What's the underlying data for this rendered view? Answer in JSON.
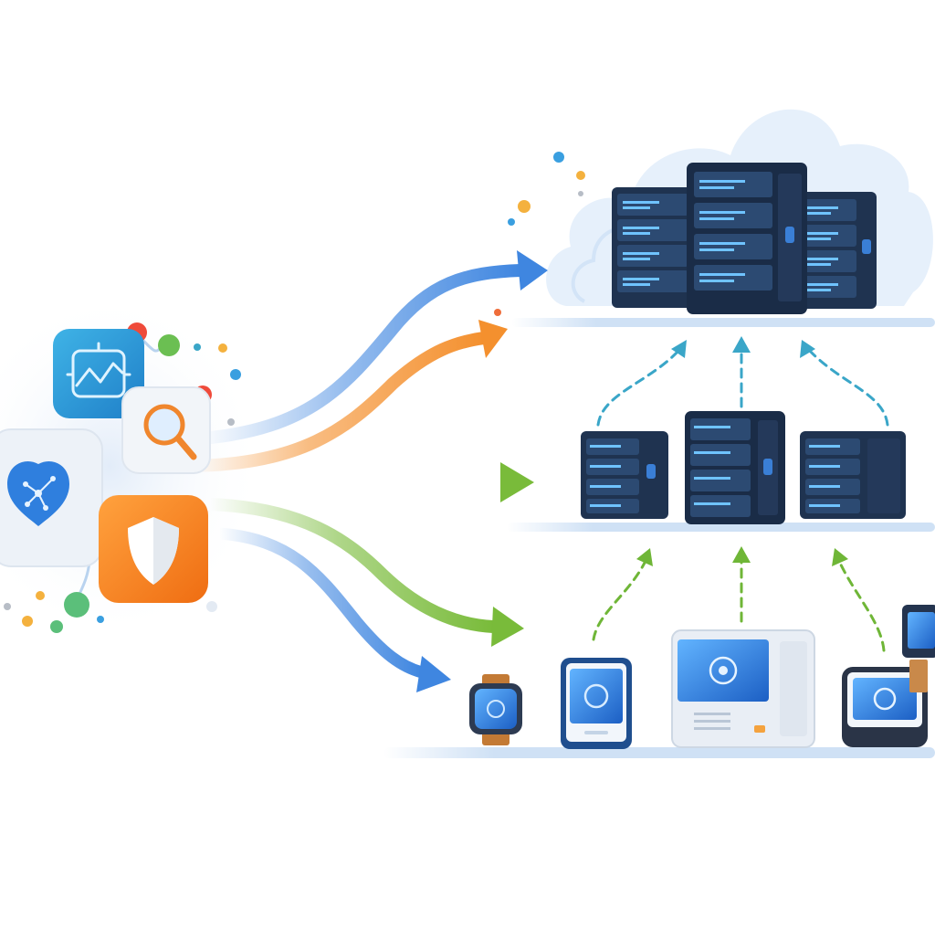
{
  "colors": {
    "blue": "#3f86e0",
    "orange": "#f4902e",
    "green": "#79bb3a",
    "teal_dash": "#3aa6c8",
    "green_dash": "#6fb637",
    "server_dark": "#1f3350",
    "server_panel": "#2c4a72",
    "led": "#6fc3ff",
    "cloud": "#e4effb",
    "screen": "#2d7fe0"
  },
  "icons": {
    "tile_1": "analytics-chart-icon",
    "tile_2": "magnifier-icon",
    "tile_3": "heart-network-icon",
    "tile_4": "shield-icon"
  },
  "tiers": [
    "cloud-server-tier",
    "edge-server-tier",
    "device-tier"
  ],
  "devices": [
    "smartwatch",
    "tablet",
    "desktop-computer",
    "smart-display",
    "monitor"
  ]
}
